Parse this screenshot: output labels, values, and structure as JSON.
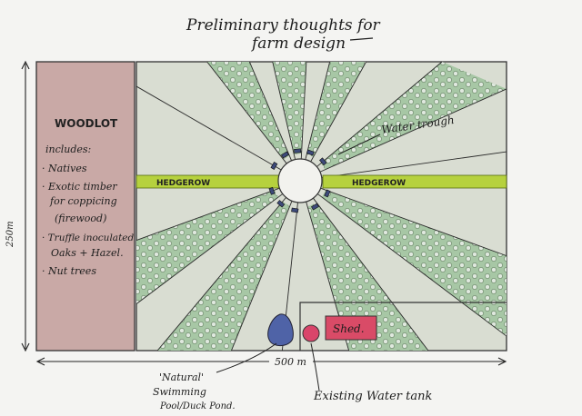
{
  "title": {
    "line1": "Preliminary thoughts for",
    "line2": "farm design"
  },
  "woodlot": {
    "heading": "WOODLOT",
    "intro": "includes:",
    "items": [
      "· Natives",
      "· Exotic timber",
      "for coppicing",
      "(firewood)",
      "· Truffle inoculated",
      "Oaks + Hazel.",
      "· Nut trees"
    ]
  },
  "hedgerow_left": "HEDGEROW",
  "hedgerow_right": "HEDGEROW",
  "water_trough": "Water trough",
  "shed": "Shed.",
  "pond": {
    "line1": "'Natural'",
    "line2": "Swimming",
    "line3": "Pool/Duck Pond."
  },
  "water_tank": "Existing Water tank",
  "dim_height": "250m",
  "dim_width": "500 m",
  "colors": {
    "woodlot": "#c9a9a6",
    "hedgerow": "#b6d13e",
    "grass": "#d9ddd2",
    "trees": "#a7c7a5",
    "shed": "#d94b67",
    "tank": "#d9456a",
    "pond": "#4f63a7"
  }
}
